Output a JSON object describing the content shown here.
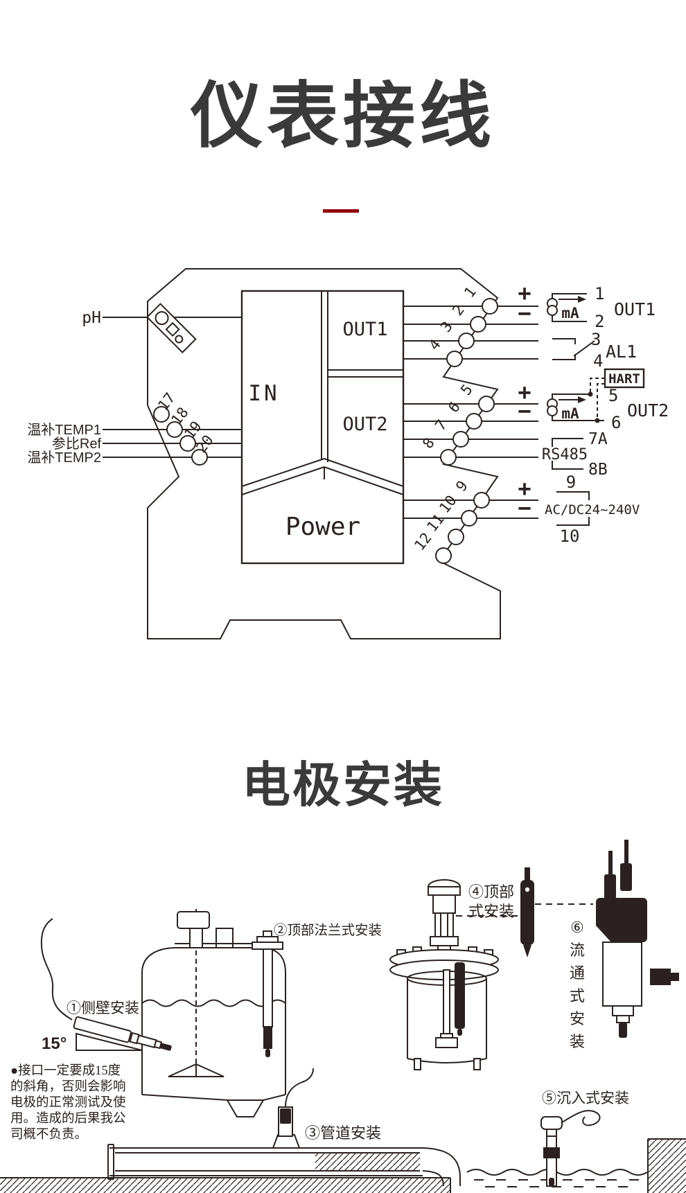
{
  "colors": {
    "ink": "#2b2120",
    "title_gray": "#3a3a3a",
    "accent_red": "#8e070c"
  },
  "section1": {
    "title": "仪表接线",
    "left": {
      "ph": "pH",
      "temp1": "温补TEMP1",
      "ref": "参比Ref",
      "temp2": "温补TEMP2",
      "terminals": [
        "17",
        "18",
        "19",
        "20"
      ]
    },
    "blocks": {
      "in": "IN",
      "out1": "OUT1",
      "out2": "OUT2",
      "power": "Power"
    },
    "right_terminals": [
      "1",
      "2",
      "3",
      "4",
      "5",
      "6",
      "7",
      "8",
      "9",
      "10",
      "11",
      "12"
    ],
    "out1": {
      "plus": "+",
      "minus": "−",
      "unit": "mA",
      "t_top": "1",
      "t_bottom": "2",
      "label": "OUT1"
    },
    "al1": {
      "t_top": "3",
      "t_bottom": "4",
      "label": "AL1"
    },
    "hart": {
      "label": "HART"
    },
    "out2": {
      "plus": "+",
      "minus": "−",
      "unit": "mA",
      "t_top": "5",
      "t_bottom": "6",
      "label": "OUT2"
    },
    "rs485": {
      "t_top": "7A",
      "label": "RS485",
      "t_bottom": "8B"
    },
    "supply": {
      "plus": "+",
      "minus": "−",
      "t_top": "9",
      "label": "AC/DC24~240V",
      "t_bottom": "10"
    }
  },
  "section2": {
    "title": "电极安装",
    "labels": {
      "side_wall": "①侧壁安装",
      "angle": "15°",
      "top_flange": "②顶部法兰式安装",
      "pipe": "③管道安装",
      "top_line1": "④顶部",
      "top_line2": "式安装",
      "submerged": "⑤沉入式安装",
      "flow_chars": [
        "⑥",
        "流",
        "通",
        "式",
        "安",
        "装"
      ]
    },
    "warning": [
      "●接口一定要成15度",
      "的斜角，否则会影响",
      "电极的正常测试及使",
      "用。造成的后果我公",
      "司概不负责。"
    ]
  }
}
